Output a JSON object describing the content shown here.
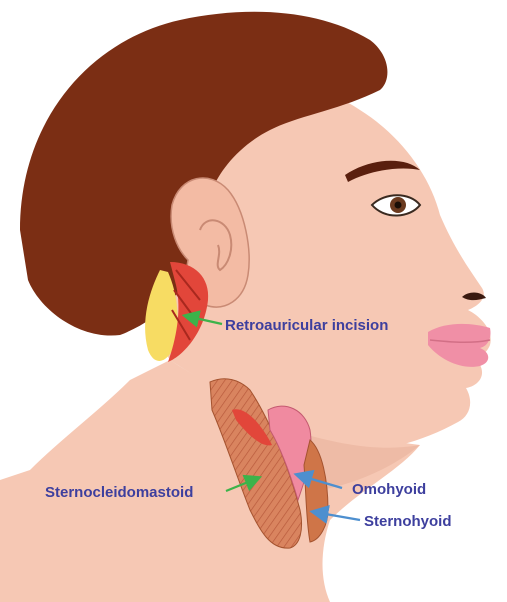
{
  "colors": {
    "skin": "#f6c8b4",
    "skin_shadow": "#eab29c",
    "hair": "#7b2e14",
    "label_text": "#3d3f9e",
    "green_arrow": "#3cb34a",
    "blue_arrow": "#4d8fcf",
    "lips": "#f08fa6",
    "muscle": "#d9845f",
    "incision_red": "#e2463a",
    "fat_yellow": "#f7dc63"
  },
  "labels": {
    "retroauricular": "Retroauricular incision",
    "sternocleidomastoid": "Sternocleidomastoid",
    "omohyoid": "Omohyoid",
    "sternohyoid": "Sternohyoid"
  }
}
